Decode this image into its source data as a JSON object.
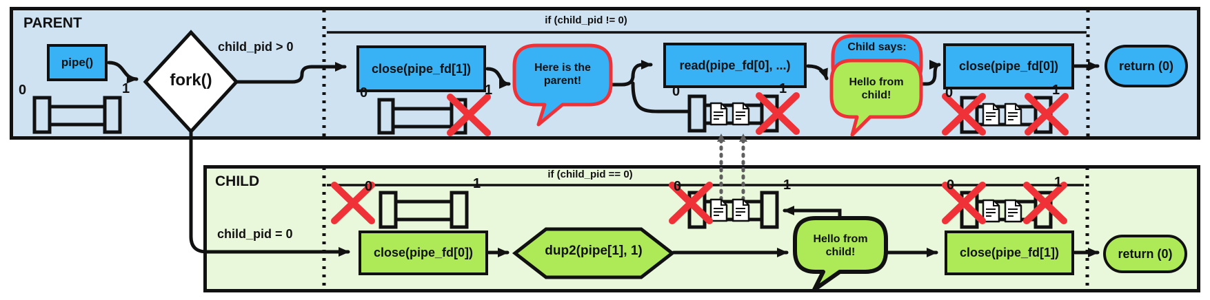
{
  "colors": {
    "parent_bg": "#cfe2f2",
    "child_bg": "#e9f7da",
    "process_blue": "#38b1f5",
    "process_green": "#aeea58",
    "alert_red": "#ee3238",
    "outline_black": "#111111"
  },
  "fd_labels": {
    "read_end": "0",
    "write_end": "1"
  },
  "parent": {
    "title": "PARENT",
    "pipe_call": "pipe()",
    "fork_call": "fork()",
    "branch_label": "child_pid > 0",
    "if_label": "if (child_pid != 0)",
    "close_write": "close(pipe_fd[1])",
    "speech_parent": "Here is the parent!",
    "read_call": "read(pipe_fd[0], ...)",
    "speech_child_title": "Child says:",
    "speech_child_text": "Hello from child!",
    "close_read": "close(pipe_fd[0])",
    "return_label": "return (0)"
  },
  "child": {
    "title": "CHILD",
    "branch_label": "child_pid = 0",
    "if_label": "if (child_pid == 0)",
    "close_read": "close(pipe_fd[0])",
    "dup2_call": "dup2(pipe[1], 1)",
    "speech_text": "Hello from child!",
    "close_write": "close(pipe_fd[1])",
    "return_label": "return (0)"
  }
}
